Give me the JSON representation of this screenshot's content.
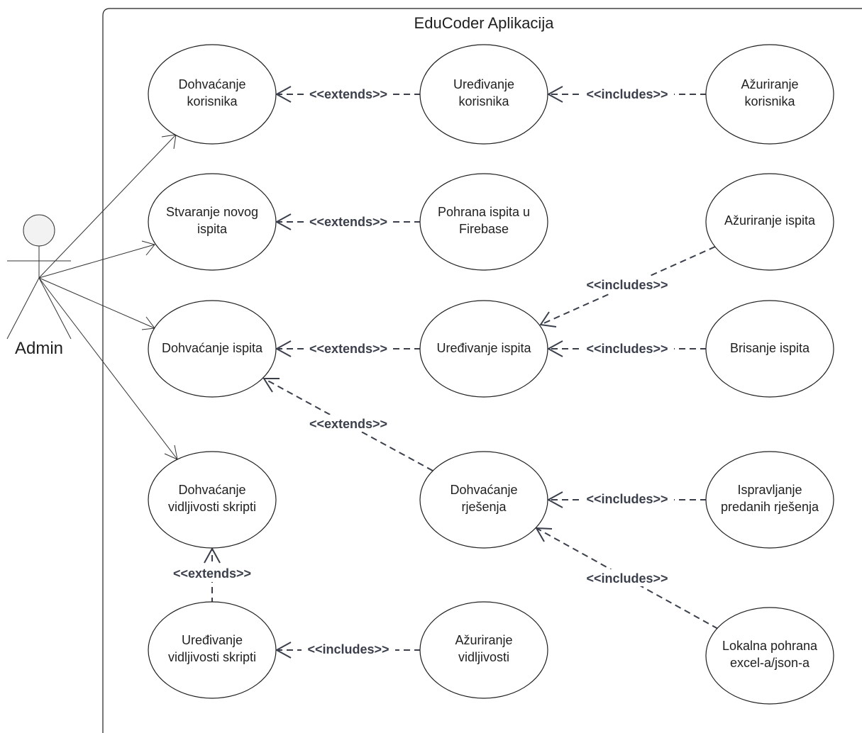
{
  "diagram": {
    "system_title": "EduCoder Aplikacija",
    "actor": {
      "name": "Admin"
    },
    "use_cases": {
      "dohvacanje_korisnika": [
        "Dohvaćanje",
        "korisnika"
      ],
      "uredivanje_korisnika": [
        "Uređivanje",
        "korisnika"
      ],
      "azuriranje_korisnika": [
        "Ažuriranje",
        "korisnika"
      ],
      "stvaranje_ispita": [
        "Stvaranje novog",
        "ispita"
      ],
      "pohrana_ispita": [
        "Pohrana ispita u",
        "Firebase"
      ],
      "azuriranje_ispita": [
        "Ažuriranje ispita"
      ],
      "dohvacanje_ispita": [
        "Dohvaćanje ispita"
      ],
      "uredivanje_ispita": [
        "Uređivanje ispita"
      ],
      "brisanje_ispita": [
        "Brisanje ispita"
      ],
      "dohvacanje_vidljivosti": [
        "Dohvaćanje",
        "vidljivosti skripti"
      ],
      "dohvacanje_rjesenja": [
        "Dohvaćanje",
        "rješenja"
      ],
      "ispravljanje_rjesenja": [
        "Ispravljanje",
        "predanih rješenja"
      ],
      "uredivanje_vidljivosti": [
        "Uređivanje",
        "vidljivosti skripti"
      ],
      "azuriranje_vidljivosti": [
        "Ažuriranje",
        "vidljivosti"
      ],
      "lokalna_pohrana": [
        "Lokalna pohrana",
        "excel-a/json-a"
      ]
    },
    "relations": {
      "extends_label": "<<extends>>",
      "includes_label": "<<includes>>"
    }
  }
}
